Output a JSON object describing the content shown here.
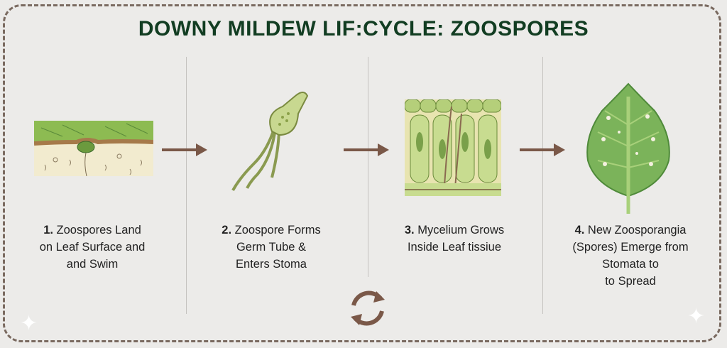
{
  "title": "DOWNY MILDEW LIF:CYCLE: ZOOSPORES",
  "steps": [
    {
      "number": "1.",
      "lines": [
        "Zoospores Land",
        "on Leaf Surface and",
        "and Swim"
      ]
    },
    {
      "number": "2.",
      "lines": [
        "Zoospore Forms",
        "Germ Tube &",
        "Enters Stoma"
      ]
    },
    {
      "number": "3.",
      "lines": [
        "Mycelium Grows",
        "Inside Leaf tissiue"
      ]
    },
    {
      "number": "4.",
      "lines": [
        "New Zoosporangia",
        "(Spores) Emerge from",
        "Stomata to",
        "to Spread"
      ]
    }
  ],
  "icons": [
    "arrow-right-icon",
    "cycle-icon",
    "sparkle-icon"
  ],
  "colors": {
    "title": "#123d22",
    "arrow": "#7a5848",
    "border": "#7a6a60",
    "leaf": "#7bb35a"
  }
}
